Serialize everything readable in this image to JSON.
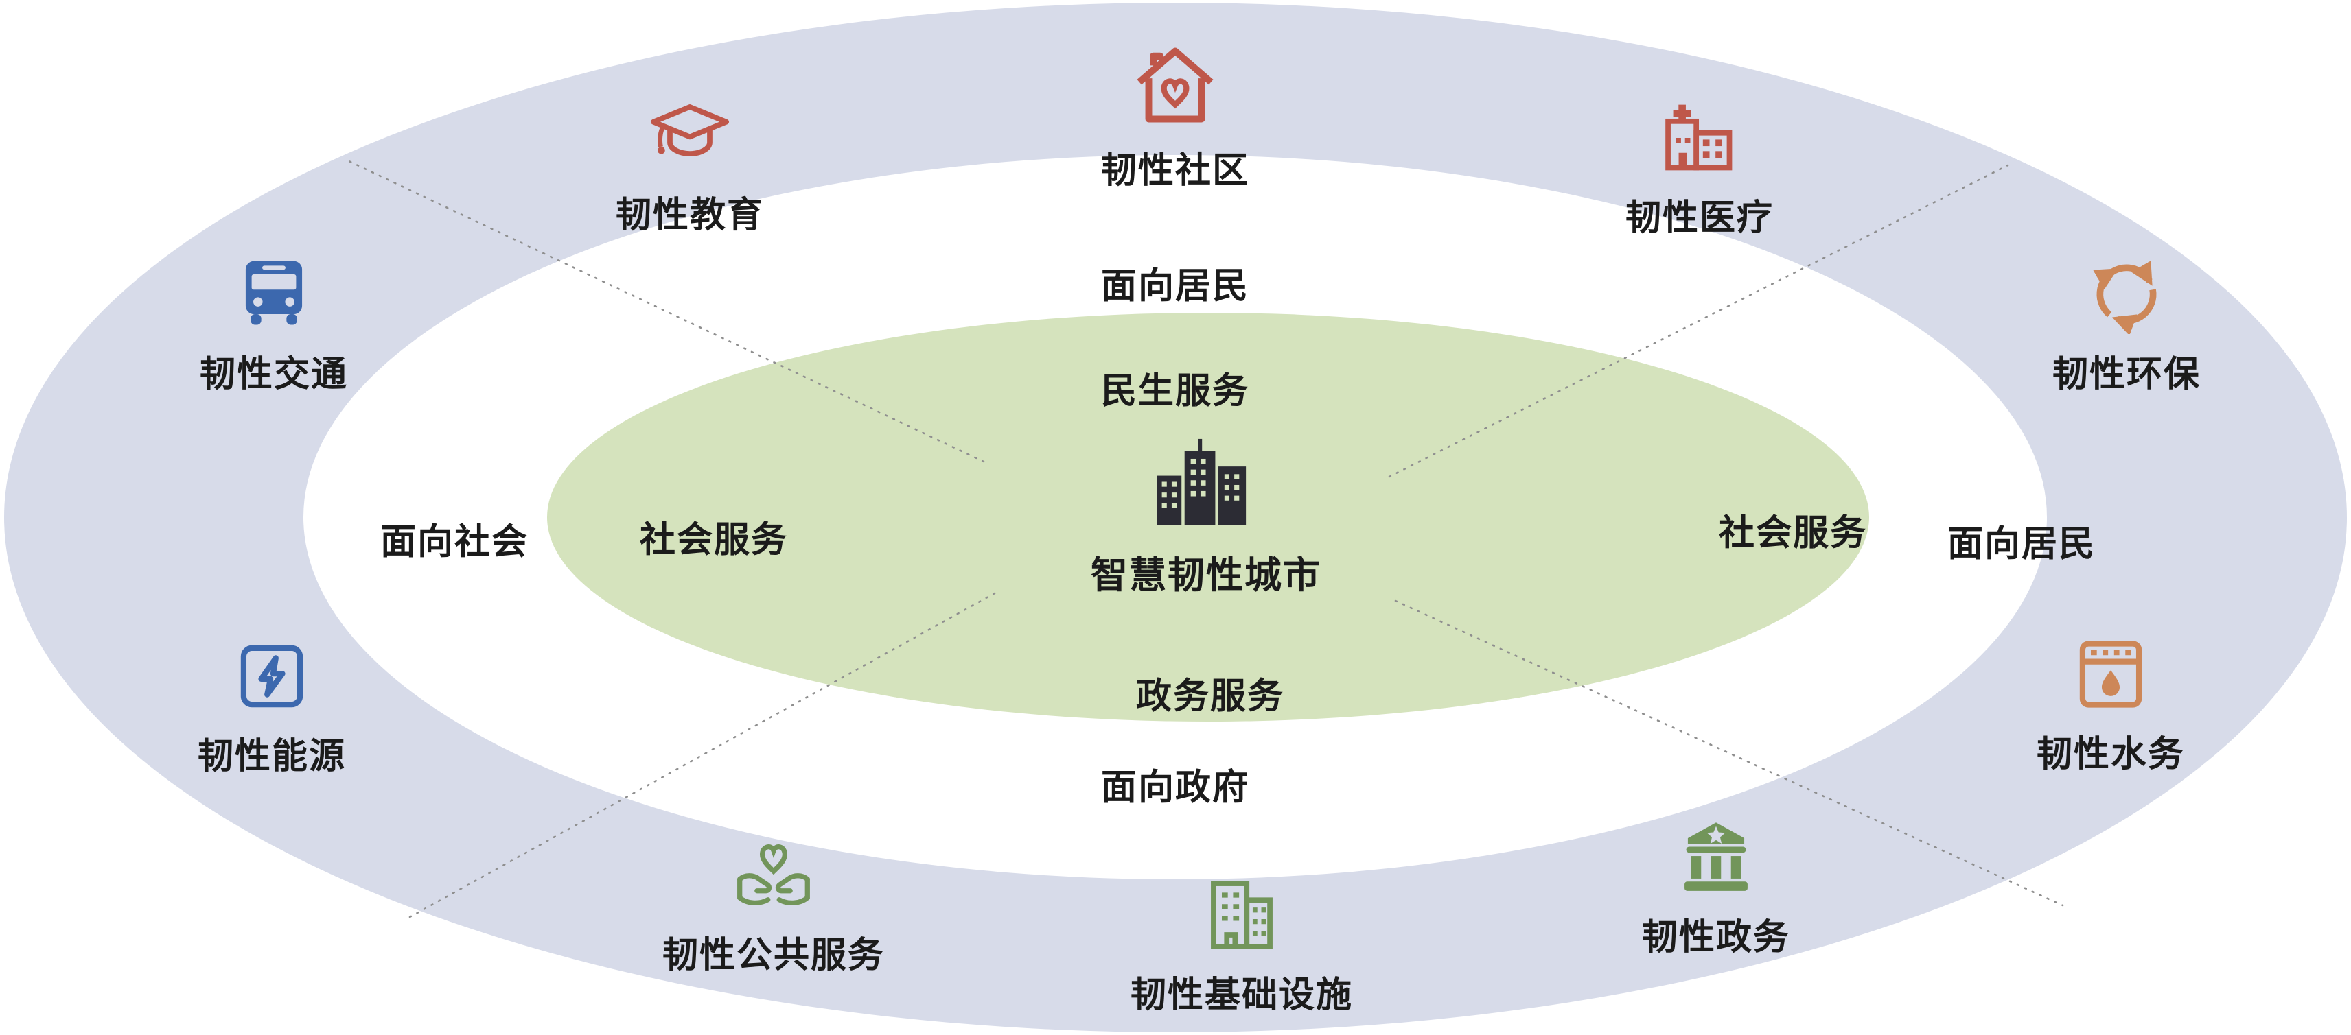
{
  "diagram": {
    "center": {
      "icon": "city-icon",
      "label": "智慧韧性城市"
    },
    "inner_ring": {
      "top": "民生服务",
      "left": "社会服务",
      "right": "社会服务",
      "bottom": "政务服务"
    },
    "middle_ring": {
      "top": "面向居民",
      "left": "面向社会",
      "right": "面向居民",
      "bottom": "面向政府"
    },
    "outer_items": [
      {
        "id": "education",
        "icon": "graduation-cap-icon",
        "label": "韧性教育",
        "color": "#bf574a"
      },
      {
        "id": "community",
        "icon": "house-heart-icon",
        "label": "韧性社区",
        "color": "#bf574a"
      },
      {
        "id": "medical",
        "icon": "hospital-icon",
        "label": "韧性医疗",
        "color": "#bf574a"
      },
      {
        "id": "transport",
        "icon": "bus-icon",
        "label": "韧性交通",
        "color": "#3c68ae"
      },
      {
        "id": "environment",
        "icon": "recycle-icon",
        "label": "韧性环保",
        "color": "#cd8758"
      },
      {
        "id": "energy",
        "icon": "battery-bolt-icon",
        "label": "韧性能源",
        "color": "#3c68ae"
      },
      {
        "id": "water",
        "icon": "water-meter-icon",
        "label": "韧性水务",
        "color": "#cd8758"
      },
      {
        "id": "public-service",
        "icon": "hands-heart-icon",
        "label": "韧性公共服务",
        "color": "#72955a"
      },
      {
        "id": "infrastructure",
        "icon": "buildings-icon",
        "label": "韧性基础设施",
        "color": "#72955a"
      },
      {
        "id": "government",
        "icon": "government-building-icon",
        "label": "韧性政务",
        "color": "#72955a"
      }
    ],
    "colors": {
      "outer_ring_bg": "#d7dbe9",
      "middle_ring_bg": "#ffffff",
      "inner_ring_bg": "#d5e3bd",
      "center_icon": "#2c2c34",
      "text": "#1b1b1b",
      "divider_line": "#8f8f8f"
    }
  }
}
